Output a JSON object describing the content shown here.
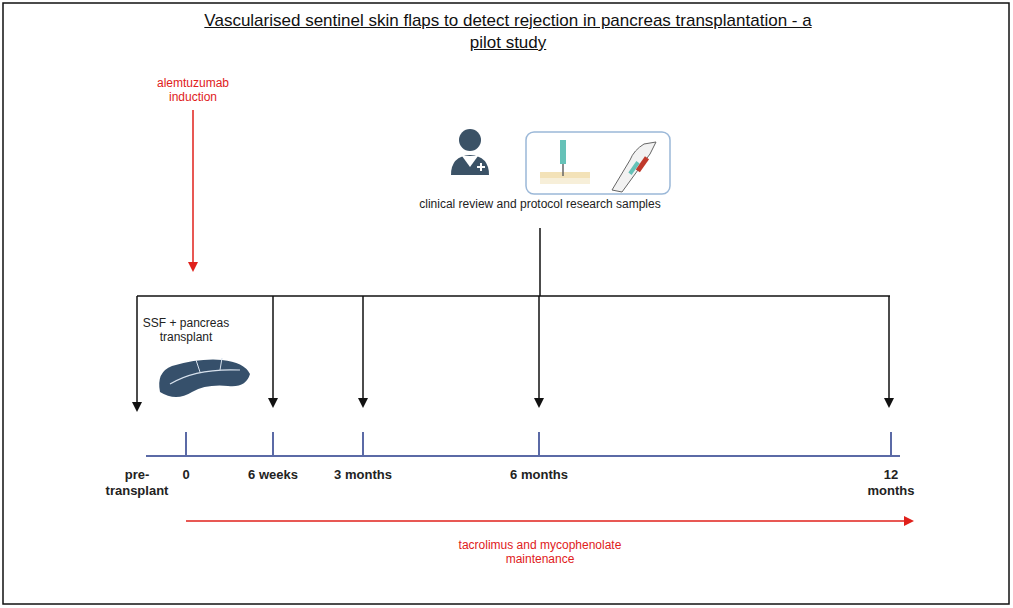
{
  "diagram": {
    "title": "Vascularised sentinel skin flaps to detect rejection in pancreas transplantation - a pilot study",
    "labels": [
      "alemtuzumab induction",
      "clinical review and protocol research samples",
      "SSF + pancreas transplant",
      "pre-transplant",
      "0",
      "6 weeks",
      "3 months",
      "6 months",
      "12 months",
      "tacrolimus and mycophenolate maintenance"
    ]
  }
}
